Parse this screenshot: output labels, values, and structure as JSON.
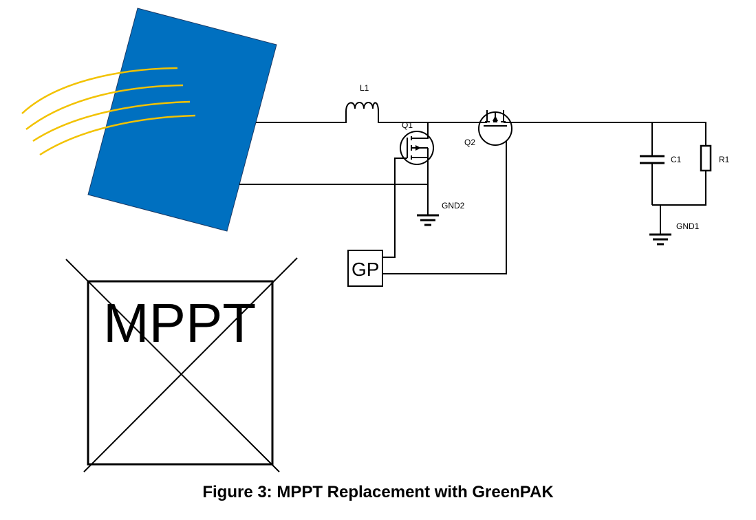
{
  "labels": {
    "inductor": "L1",
    "q1": "Q1",
    "q2": "Q2",
    "capacitor": "C1",
    "resistor": "R1",
    "gnd1": "GND1",
    "gnd2": "GND2",
    "controller": "GP",
    "mppt": "MPPT"
  },
  "caption": "Figure 3: MPPT Replacement with GreenPAK",
  "colors": {
    "solar_panel": "#0070C0",
    "sun_rays": "#F2C200",
    "wire": "#000000"
  }
}
